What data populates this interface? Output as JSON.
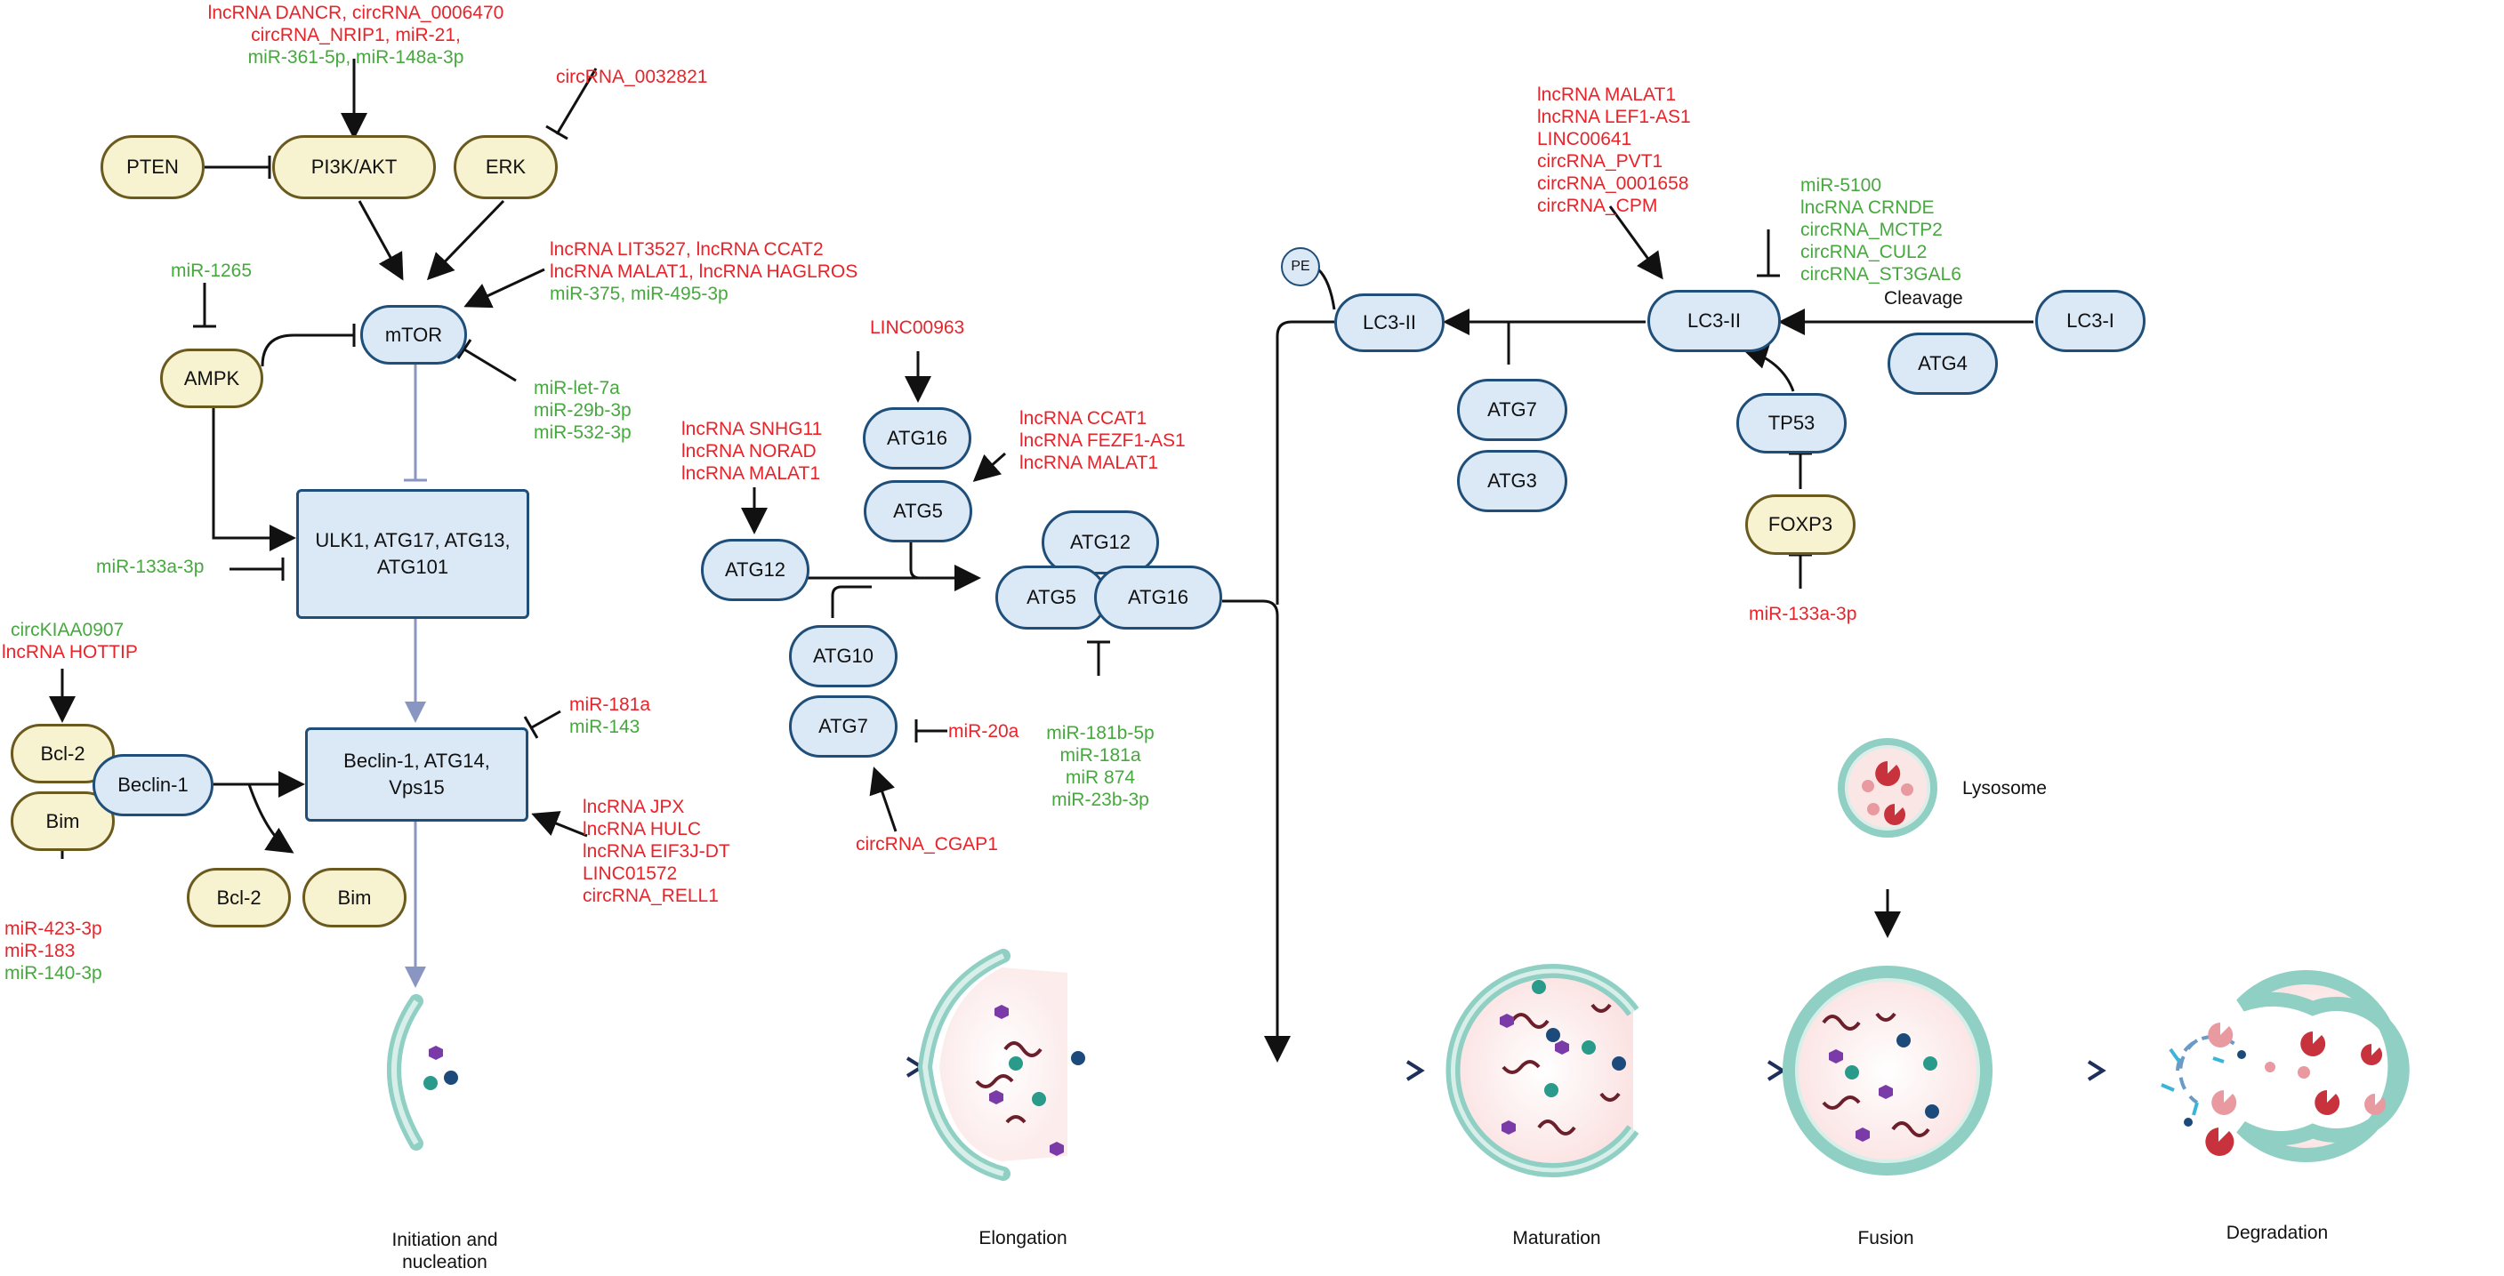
{
  "nodes": {
    "pten": "PTEN",
    "pi3k": "PI3K/AKT",
    "erk": "ERK",
    "mtor": "mTOR",
    "ampk": "AMPK",
    "ulk": "ULK1, ATG17, ATG13,\nATG101",
    "bcl2_top": "Bcl-2",
    "bim_top": "Bim",
    "beclin1": "Beclin-1",
    "beclin_complex": "Beclin-1, ATG14,\nVps15",
    "bcl2_bottom": "Bcl-2",
    "bim_bottom": "Bim",
    "atg16_top": "ATG16",
    "atg5_top": "ATG5",
    "atg12_left": "ATG12",
    "atg10": "ATG10",
    "atg7_left": "ATG7",
    "atg12_complex": "ATG12",
    "atg5_complex": "ATG5",
    "atg16_complex": "ATG16",
    "pe": "PE",
    "lc3_ii_left": "LC3-II",
    "atg7_right": "ATG7",
    "atg3": "ATG3",
    "lc3_ii_right": "LC3-II",
    "lc3_i": "LC3-I",
    "atg4": "ATG4",
    "tp53": "TP53",
    "foxp3": "FOXP3"
  },
  "annotations": {
    "pi3k_red": "lncRNA DANCR, circRNA_0006470\ncircRNA_NRIP1, miR-21,",
    "pi3k_green": "miR-361-5p, miR-148a-3p",
    "erk_red": "circRNA_0032821",
    "mtor_red": "lncRNA LIT3527, lncRNA CCAT2\nlncRNA MALAT1, lncRNA HAGLROS",
    "mtor_green": "miR-375, miR-495-3p",
    "mtor_inhib": "miR-let-7a\nmiR-29b-3p\nmiR-532-3p",
    "ampk_mir": "miR-1265",
    "ulk_mir": "miR-133a-3p",
    "bcl2_green": "circKIAA0907",
    "bcl2_red": "lncRNA HOTTIP",
    "bim_red": "miR-423-3p\nmiR-183",
    "bim_green": "miR-140-3p",
    "beclin_red": "miR-181a",
    "beclin_green": "miR-143",
    "beclin_act": "lncRNA JPX\nlncRNA HULC\nlncRNA EIF3J-DT\nLINC01572\ncircRNA_RELL1",
    "atg16_act": "LINC00963",
    "atg12_act": "lncRNA SNHG11\nlncRNA NORAD\nlncRNA MALAT1",
    "atg5_act": "lncRNA CCAT1\nlncRNA FEZF1-AS1\nlncRNA MALAT1",
    "atg7_mir": "miR-20a",
    "atg7_act": "circRNA_CGAP1",
    "complex_inhib": "miR-181b-5p\nmiR-181a\nmiR 874\nmiR-23b-3p",
    "lc3_act": "lncRNA MALAT1\nlncRNA LEF1-AS1\nLINC00641\ncircRNA_PVT1\ncircRNA_0001658\ncircRNA_CPM",
    "lc3_inhib": "miR-5100\nlncRNA CRNDE\ncircRNA_MCTP2\ncircRNA_CUL2\ncircRNA_ST3GAL6",
    "cleavage": "Cleavage",
    "foxp3_mir": "miR-133a-3p",
    "lysosome": "Lysosome"
  },
  "stages": {
    "initiation": "Initiation and\nnucleation",
    "elongation": "Elongation",
    "maturation": "Maturation",
    "fusion": "Fusion",
    "degradation": "Degradation"
  },
  "colors": {
    "red_text": "#e8232a",
    "green_text": "#46a83e",
    "blue_node": "#dbe9f7",
    "yellow_node": "#f7f2cf",
    "membrane": "#8fcfc4",
    "navy_arrow": "#1f2f5c"
  }
}
